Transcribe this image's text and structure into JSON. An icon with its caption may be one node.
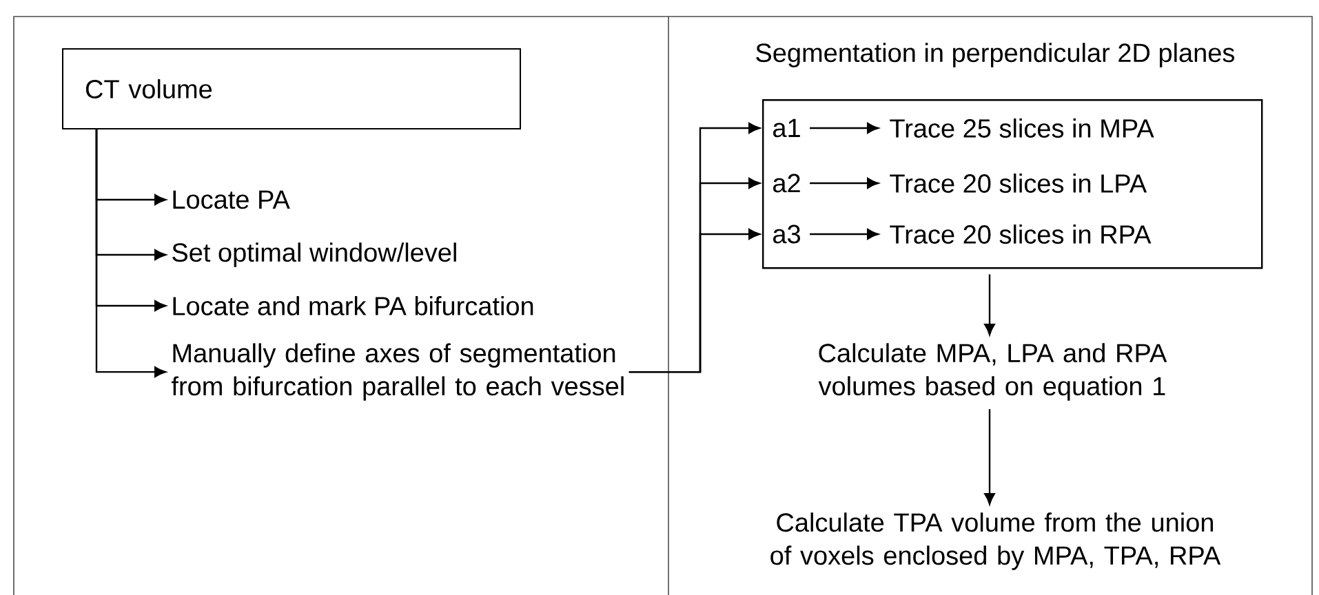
{
  "diagram": {
    "nodes": [
      {
        "text": [
          "CT volume"
        ]
      },
      {
        "text": [
          "Locate PA"
        ]
      },
      {
        "text": [
          "Set optimal window/level"
        ]
      },
      {
        "text": [
          "Locate and mark PA bifurcation"
        ]
      },
      {
        "text": [
          "Manually define axes of segmentation from bifurcation parallel to each vessel"
        ]
      },
      {
        "text": [],
        "shape": "box"
      },
      {
        "text": [
          "a1"
        ],
        "in": 5
      },
      {
        "text": [
          "Trace 25 slices in MPA"
        ],
        "in": 5
      },
      {
        "text": [
          "a2"
        ],
        "in": 5
      },
      {
        "text": [
          "Trace 20 slices in LPA"
        ],
        "in": 5
      },
      {
        "text": [
          "a3"
        ],
        "in": 5
      },
      {
        "text": [
          "Trace 20 slices in RPA"
        ],
        "in": 5
      },
      {
        "text": [
          "Calculate MPA, LPA and RPA volumes based on equation 1"
        ]
      },
      {
        "text": [
          "Calculate TPA volume from the union of voxels enclosed by MPA, TPA, RPA"
        ]
      }
    ],
    "edges": [
      {
        "from": 0,
        "to": 1,
        "arrow": "to"
      },
      {
        "from": 0,
        "to": 2,
        "arrow": "to"
      },
      {
        "from": 0,
        "to": 3,
        "arrow": "to"
      },
      {
        "from": 0,
        "to": 4,
        "arrow": "to"
      },
      {
        "from": 4,
        "to": 6,
        "arrow": "to"
      },
      {
        "from": 4,
        "to": 8,
        "arrow": "to"
      },
      {
        "from": 4,
        "to": 10,
        "arrow": "to"
      },
      {
        "from": 6,
        "to": 7,
        "arrow": "to"
      },
      {
        "from": 8,
        "to": 9,
        "arrow": "to"
      },
      {
        "from": 10,
        "to": 11,
        "arrow": "to"
      },
      {
        "from": 5,
        "to": 12,
        "arrow": "to"
      },
      {
        "from": 12,
        "to": 13,
        "arrow": "to"
      }
    ],
    "labels": [
      "Segmentation in perpendicular 2D planes"
    ]
  }
}
